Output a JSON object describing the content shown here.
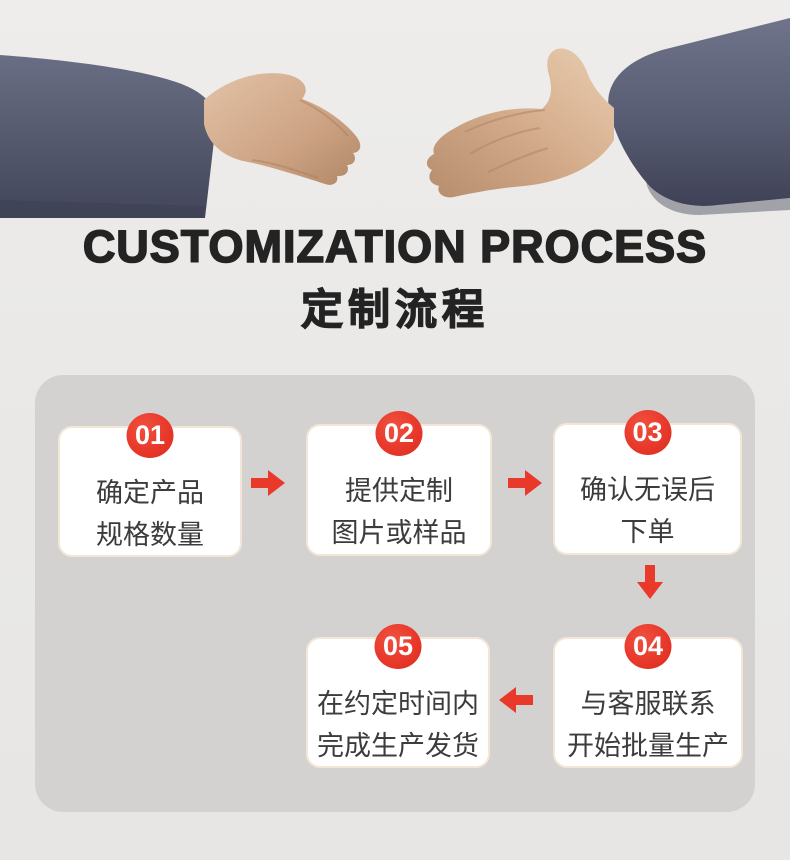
{
  "header": {
    "title_en": "CUSTOMIZATION PROCESS",
    "title_zh": "定制流程"
  },
  "hero": {
    "image_name": "handshake-hands-photo"
  },
  "process": {
    "steps": [
      {
        "number": "01",
        "line1": "确定产品",
        "line2": "规格数量"
      },
      {
        "number": "02",
        "line1": "提供定制",
        "line2": "图片或样品"
      },
      {
        "number": "03",
        "line1": "确认无误后",
        "line2": "下单"
      },
      {
        "number": "04",
        "line1": "与客服联系",
        "line2": "开始批量生产"
      },
      {
        "number": "05",
        "line1": "在约定时间内",
        "line2": "完成生产发货"
      }
    ],
    "arrows": [
      {
        "from": "01",
        "to": "02",
        "direction": "right"
      },
      {
        "from": "02",
        "to": "03",
        "direction": "right"
      },
      {
        "from": "03",
        "to": "04",
        "direction": "down"
      },
      {
        "from": "04",
        "to": "05",
        "direction": "left"
      }
    ]
  },
  "colors": {
    "accent_red": "#e8392b",
    "page_bg": "#eae9e7",
    "card_bg": "#d3d2d0",
    "box_bg": "#ffffff",
    "box_border": "#f4e6d7",
    "title_color": "#232323",
    "step_text_color": "#3c3c3c",
    "badge_text_color": "#ffffff"
  }
}
